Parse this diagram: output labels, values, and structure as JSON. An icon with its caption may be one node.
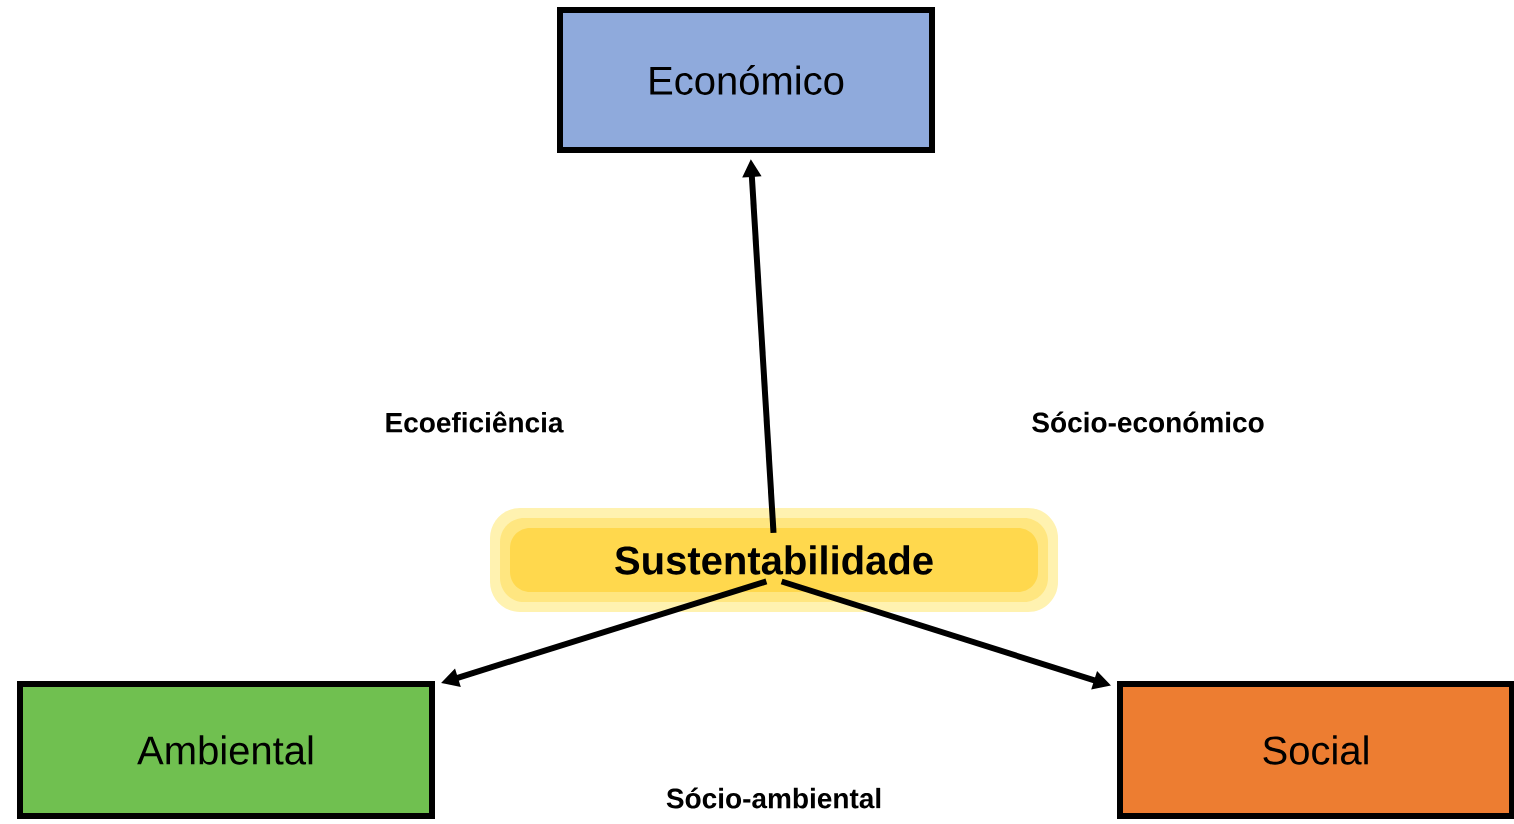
{
  "diagram": {
    "nodes": [
      {
        "text": [
          "Económico"
        ]
      },
      {
        "text": [
          "Sustentabilidade"
        ]
      },
      {
        "text": [
          "Ambiental"
        ]
      },
      {
        "text": [
          "Social"
        ]
      }
    ],
    "edges": [
      {
        "from": 1,
        "to": 0,
        "arrow": "to"
      },
      {
        "from": 1,
        "to": 2,
        "arrow": "to"
      },
      {
        "from": 1,
        "to": 3,
        "arrow": "to"
      }
    ],
    "labels": [
      "Ecoeficiência",
      "Sócio-económico",
      "Sócio-ambiental"
    ]
  }
}
